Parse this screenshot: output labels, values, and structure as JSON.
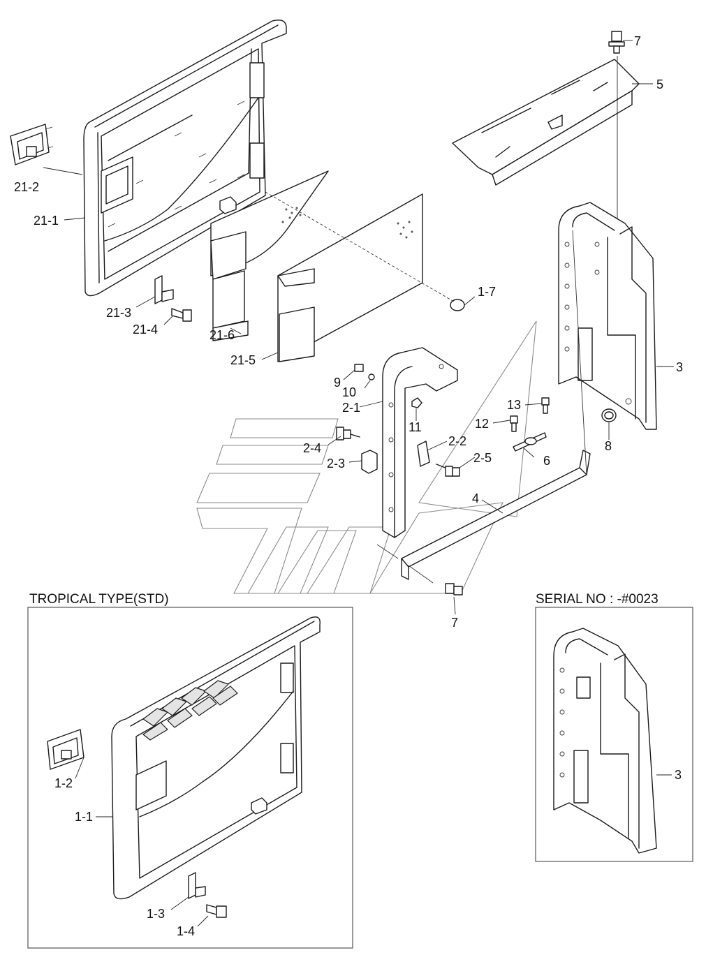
{
  "diagram": {
    "labels": {
      "p7_top": "7",
      "p5": "5",
      "p21_2": "21-2",
      "p21_1": "21-1",
      "p21_3": "21-3",
      "p21_4": "21-4",
      "p21_6": "21-6",
      "p21_5": "21-5",
      "p1_7": "1-7",
      "p3": "3",
      "p9": "9",
      "p10": "10",
      "p2_1": "2-1",
      "p11": "11",
      "p13": "13",
      "p12": "12",
      "p8": "8",
      "p2_4": "2-4",
      "p2_2": "2-2",
      "p2_3": "2-3",
      "p2_5": "2-5",
      "p6": "6",
      "p4": "4",
      "p7_bottom": "7",
      "p1_2": "1-2",
      "p1_1": "1-1",
      "p1_3": "1-3",
      "p1_4": "1-4",
      "p3_serial": "3"
    },
    "insets": {
      "tropical_title": "TROPICAL TYPE(STD)",
      "serial_title": "SERIAL NO : -#0023"
    }
  }
}
